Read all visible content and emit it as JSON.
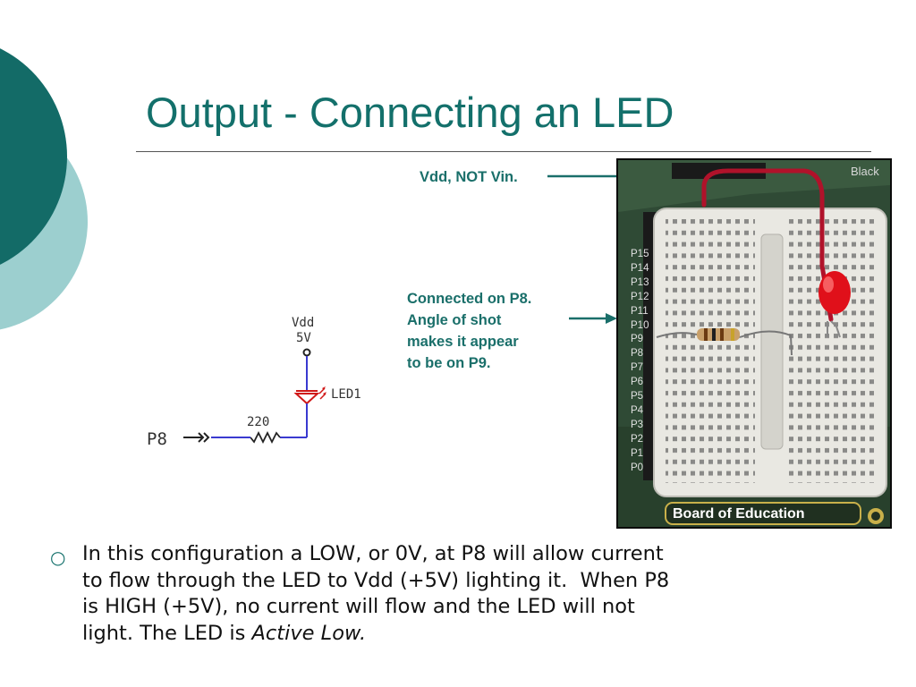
{
  "slide": {
    "title": "Output - Connecting an LED",
    "colors": {
      "accent": "#13706b",
      "accent_light": "#9ccfcf",
      "annotation": "#1a6f6a"
    }
  },
  "annotations": {
    "vdd_note": "Vdd, NOT Vin.",
    "p8_note": [
      "Connected on P8.",
      "Angle of shot",
      "makes it appear",
      "to be on P9."
    ]
  },
  "schematic": {
    "supply_label": "Vdd",
    "supply_voltage": "5V",
    "led_label": "LED1",
    "resistor_label": "220",
    "pin_label": "P8"
  },
  "photo": {
    "board_label": "Board of Education",
    "corner_label": "Black",
    "pin_labels": [
      "P15",
      "P14",
      "P13",
      "P12",
      "P11",
      "P10",
      "P9",
      "P8",
      "P7",
      "P6",
      "P5",
      "P4",
      "P3",
      "P2",
      "P1",
      "P0"
    ]
  },
  "body": {
    "bullet_icon": "hollow-circle-bullet-icon",
    "lines": [
      "In this configuration a LOW, or 0V, at P8 will allow current",
      "to flow through the LED to Vdd (+5V) lighting it.  When P8",
      "is HIGH (+5V), no current will flow and the LED will not"
    ],
    "last_line_prefix": "light. The LED is ",
    "last_line_emphasis": "Active Low."
  }
}
